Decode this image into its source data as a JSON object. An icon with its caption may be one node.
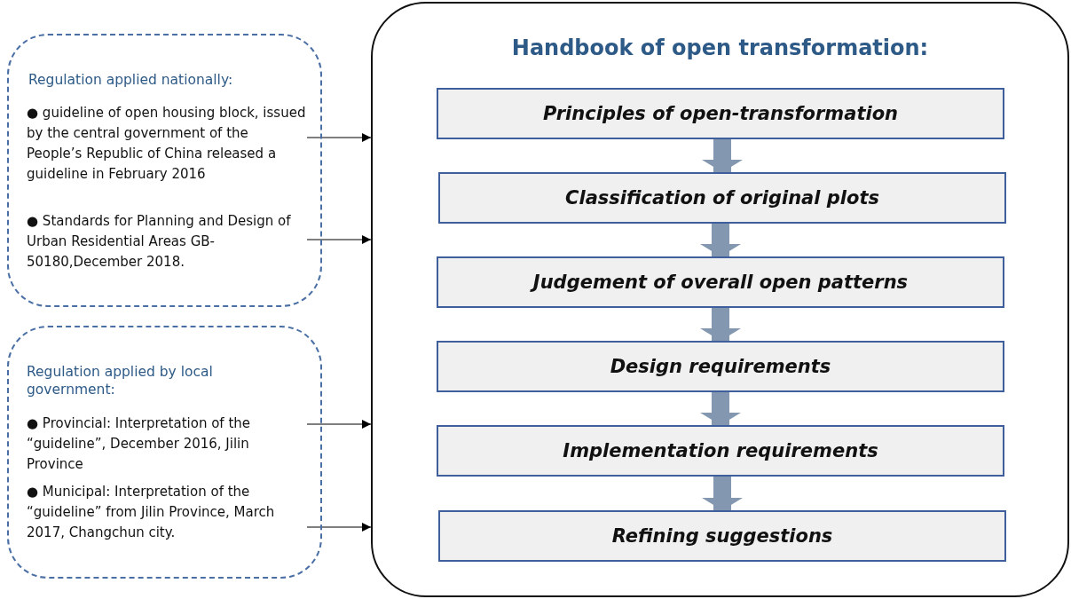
{
  "diagram": {
    "nodes": [
      {
        "text": [
          "Regulation applied nationally:"
        ]
      },
      {
        "text": [
          "● guideline of open housing block, issued by the central government of the People’s Republic of China released a guideline in February 2016"
        ],
        "in": 0
      },
      {
        "text": [
          "● Standards for Planning and Design of Urban Residential Areas GB-50180,December 2018."
        ],
        "in": 0
      },
      {
        "text": [
          "Regulation applied by local government:"
        ]
      },
      {
        "text": [
          "● Provincial: Interpretation of the “guideline”, December 2016, Jilin Province"
        ],
        "in": 3
      },
      {
        "text": [
          "● Municipal: Interpretation of the “guideline” from Jilin Province, March 2017, Changchun city."
        ],
        "in": 3
      },
      {
        "text": [
          "Handbook of open transformation:"
        ]
      },
      {
        "text": [
          "Principles of open-transformation"
        ],
        "in": 6
      },
      {
        "text": [
          "Classification of original plots"
        ],
        "in": 6
      },
      {
        "text": [
          "Judgement of overall open patterns"
        ],
        "in": 6
      },
      {
        "text": [
          "Design requirements"
        ],
        "in": 6
      },
      {
        "text": [
          "Implementation requirements"
        ],
        "in": 6
      },
      {
        "text": [
          "Refining suggestions"
        ],
        "in": 6
      }
    ],
    "edges": [
      {
        "from": 1,
        "to": 6,
        "arrow": "to",
        "color": "#000000"
      },
      {
        "from": 2,
        "to": 6,
        "arrow": "to",
        "color": "#000000"
      },
      {
        "from": 4,
        "to": 6,
        "arrow": "to",
        "color": "#000000"
      },
      {
        "from": 5,
        "to": 6,
        "arrow": "to",
        "color": "#000000"
      },
      {
        "from": 7,
        "to": 8,
        "arrow": "to"
      },
      {
        "from": 8,
        "to": 9,
        "arrow": "to"
      },
      {
        "from": 9,
        "to": 10,
        "arrow": "to"
      },
      {
        "from": 10,
        "to": 11,
        "arrow": "to"
      },
      {
        "from": 11,
        "to": 12,
        "arrow": "to"
      }
    ]
  }
}
